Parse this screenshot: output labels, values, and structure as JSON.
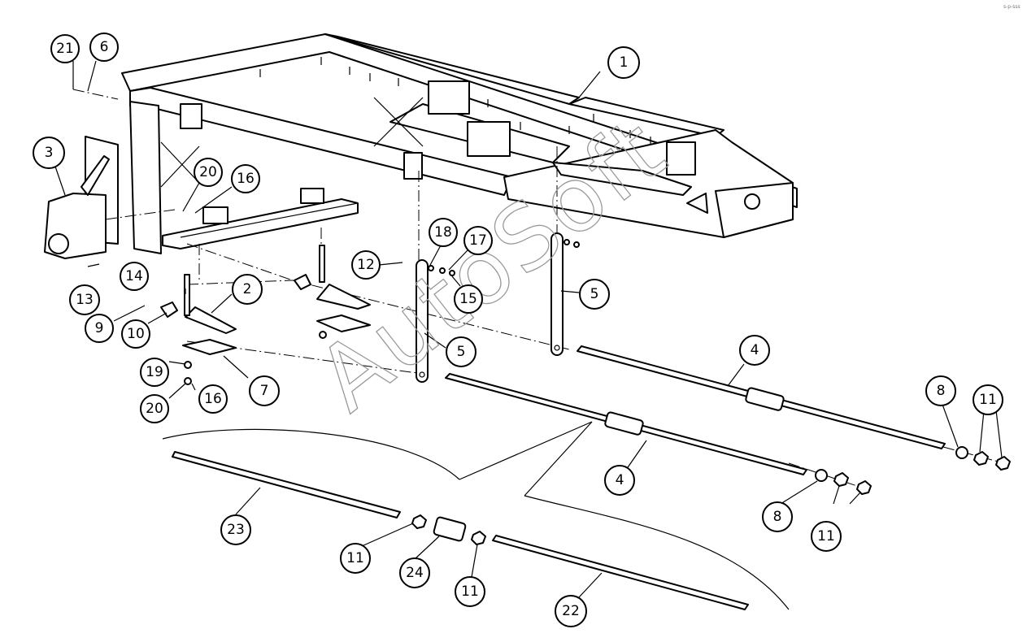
{
  "watermark": "AutoSoft",
  "corner_stamp": "s-p-sss",
  "callouts": [
    "21",
    "6",
    "1",
    "3",
    "20",
    "16",
    "14",
    "2",
    "12",
    "18",
    "17",
    "15",
    "5",
    "5",
    "13",
    "9",
    "10",
    "19",
    "20",
    "16",
    "7",
    "4",
    "4",
    "8",
    "11",
    "8",
    "11",
    "23",
    "11",
    "24",
    "11",
    "22"
  ]
}
